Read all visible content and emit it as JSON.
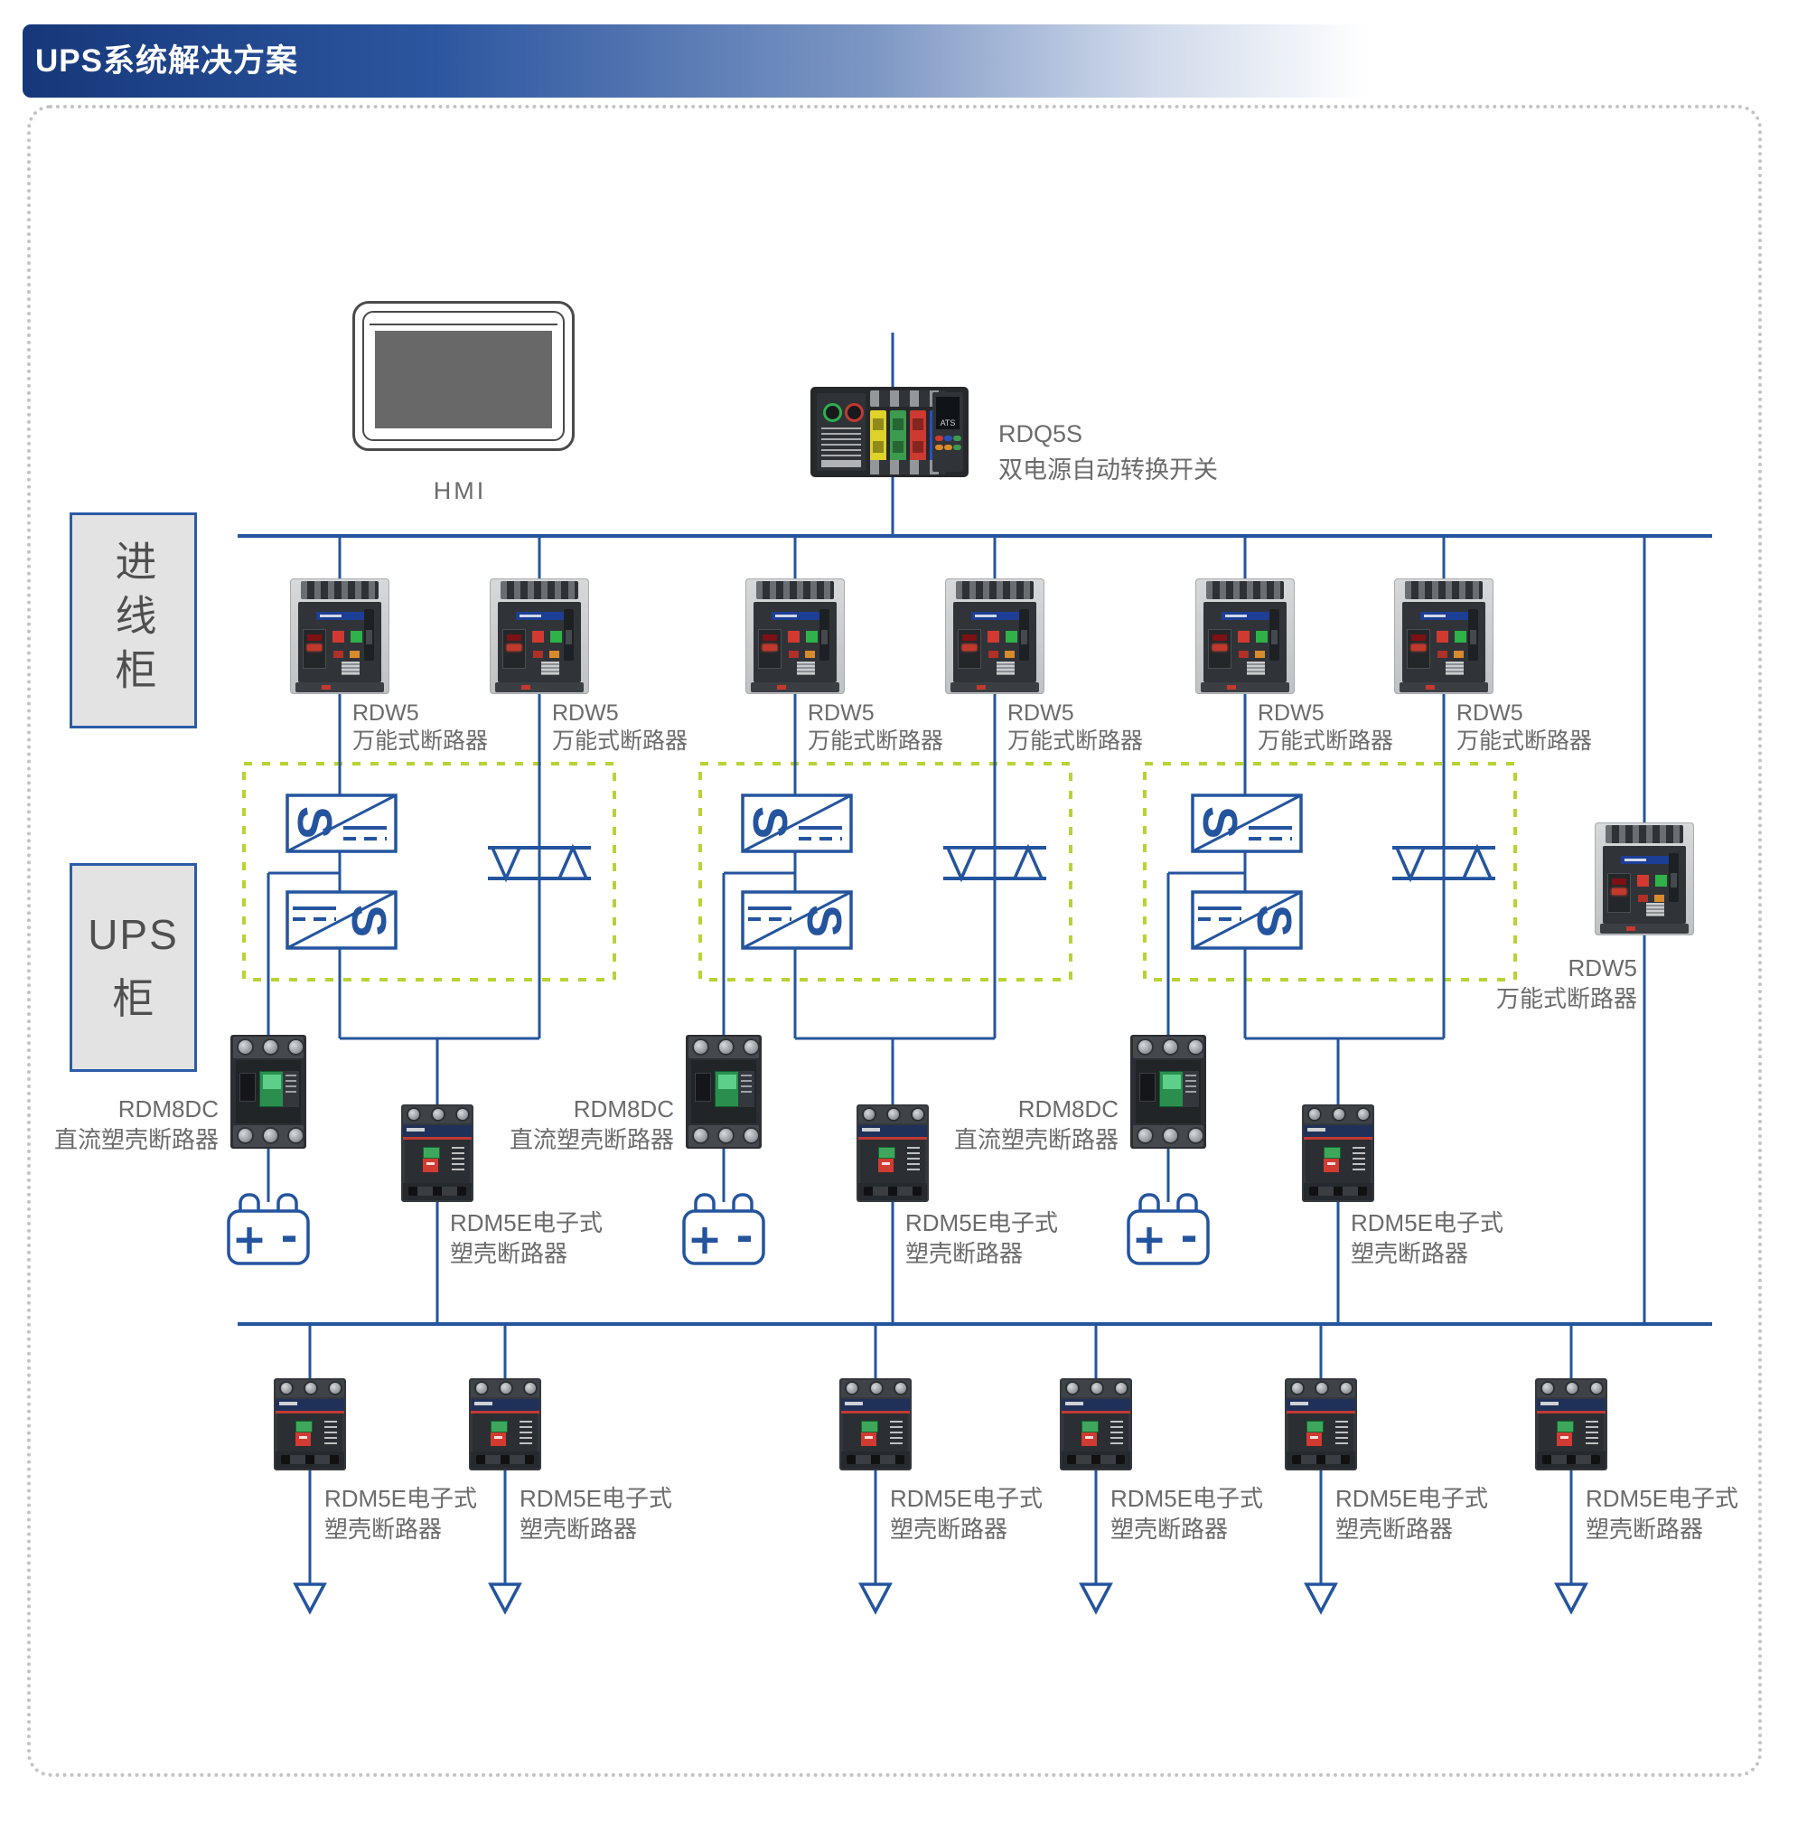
{
  "header": {
    "title": "UPS系统解决方案"
  },
  "hmi": {
    "label": "HMI"
  },
  "ats": {
    "model": "RDQ5S",
    "name": "双电源自动转换开关",
    "screen_label": "ATS"
  },
  "cabinets": {
    "incoming": {
      "label": "进线柜"
    },
    "ups": {
      "line1": "UPS",
      "line2": "柜"
    }
  },
  "rdw5": {
    "model": "RDW5",
    "type": "万能式断路器",
    "count": 7
  },
  "rdm8dc": {
    "model": "RDM8DC",
    "type": "直流塑壳断路器",
    "count": 3
  },
  "rdm5e": {
    "model": "RDM5E电子式",
    "type": "塑壳断路器",
    "mid_count": 3,
    "bottom_count": 6
  },
  "battery": {
    "plus": "+",
    "minus": "-",
    "count": 3
  },
  "ups_module": {
    "ac_symbol": "S"
  },
  "colors": {
    "wire": "#24549e",
    "ups_box_dash": "#b8d333",
    "label_text": "#6b6b6b",
    "header": "#16387a"
  }
}
